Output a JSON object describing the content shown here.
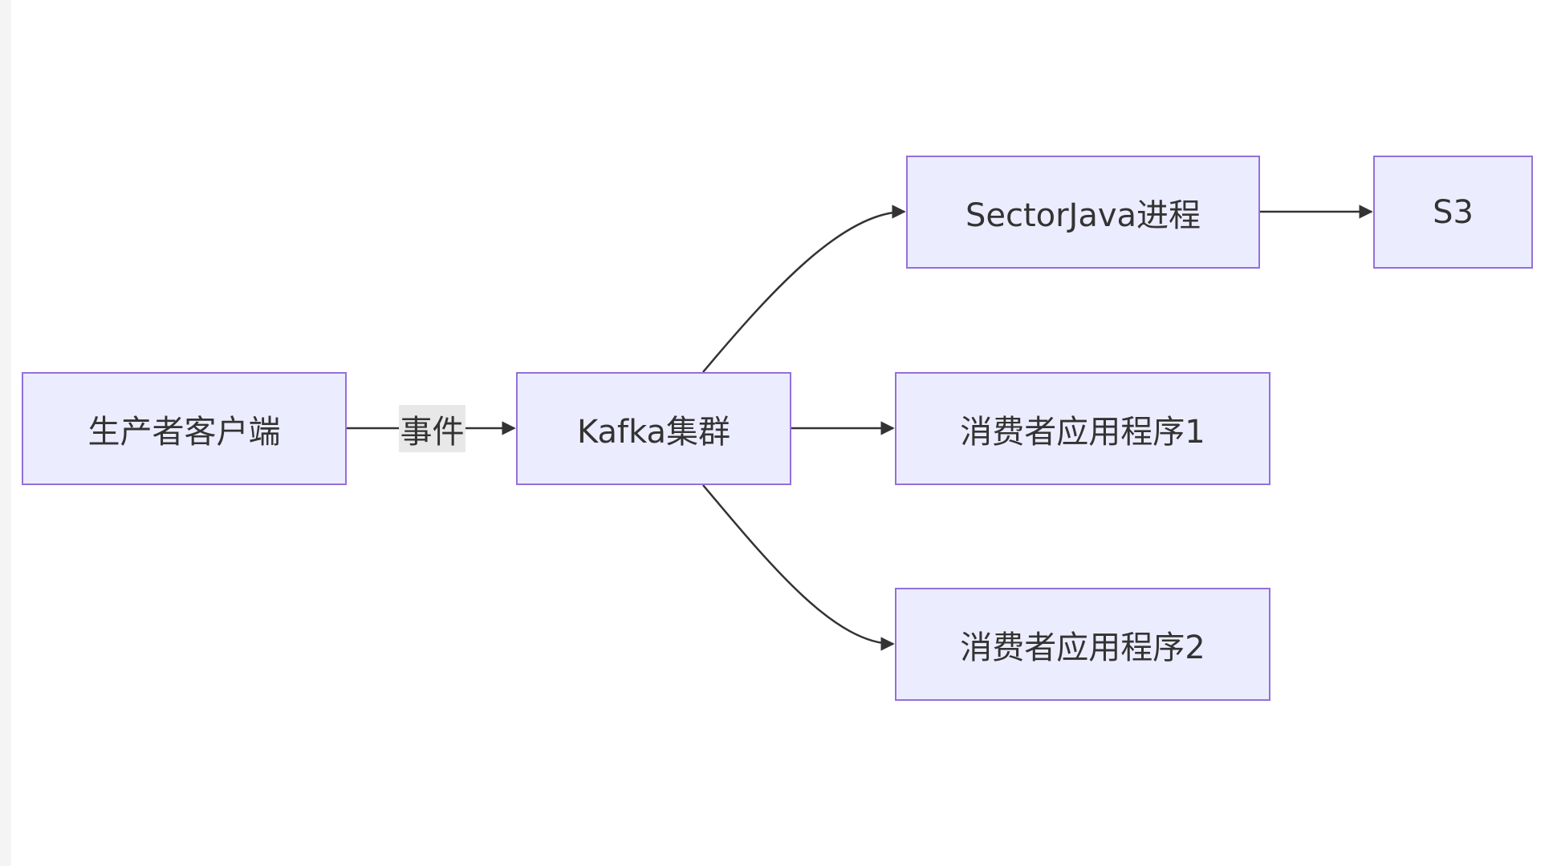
{
  "nodes": {
    "producer": "生产者客户端",
    "kafka": "Kafka集群",
    "sector": "SectorJava进程",
    "s3": "S3",
    "consumer1": "消费者应用程序1",
    "consumer2": "消费者应用程序2"
  },
  "edges": [
    {
      "from": "producer",
      "to": "kafka",
      "label": "事件"
    },
    {
      "from": "kafka",
      "to": "sector",
      "label": ""
    },
    {
      "from": "kafka",
      "to": "consumer1",
      "label": ""
    },
    {
      "from": "kafka",
      "to": "consumer2",
      "label": ""
    },
    {
      "from": "sector",
      "to": "s3",
      "label": ""
    }
  ],
  "colors": {
    "node_fill": "#ececff",
    "node_border": "#9370db",
    "edge": "#333333",
    "edge_label_bg": "#e8e8e8",
    "text": "#333333"
  }
}
